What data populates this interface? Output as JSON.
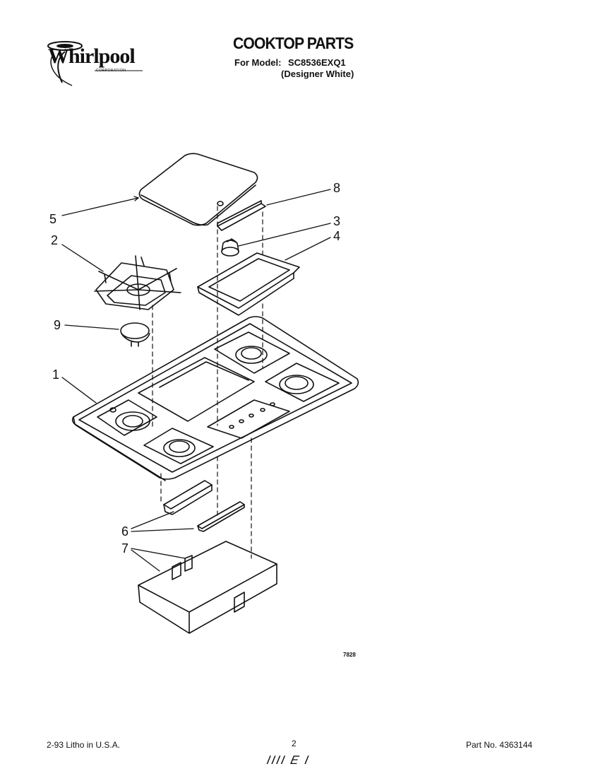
{
  "brand": {
    "name": "Whirlpool",
    "sub": "CORPORATION"
  },
  "header": {
    "title": "COOKTOP PARTS",
    "model_label": "For Model:",
    "model_number": "SC8536EXQ1",
    "finish": "(Designer White)"
  },
  "callouts": {
    "c1": "1",
    "c2": "2",
    "c3": "3",
    "c4": "4",
    "c5": "5",
    "c6": "6",
    "c7": "7",
    "c8": "8",
    "c9": "9"
  },
  "figure_code": "7828",
  "footer": {
    "date_print": "2-93  Litho in U.S.A.",
    "page": "2",
    "part_no": "Part No. 4363144",
    "stamp": "IIII E I"
  }
}
